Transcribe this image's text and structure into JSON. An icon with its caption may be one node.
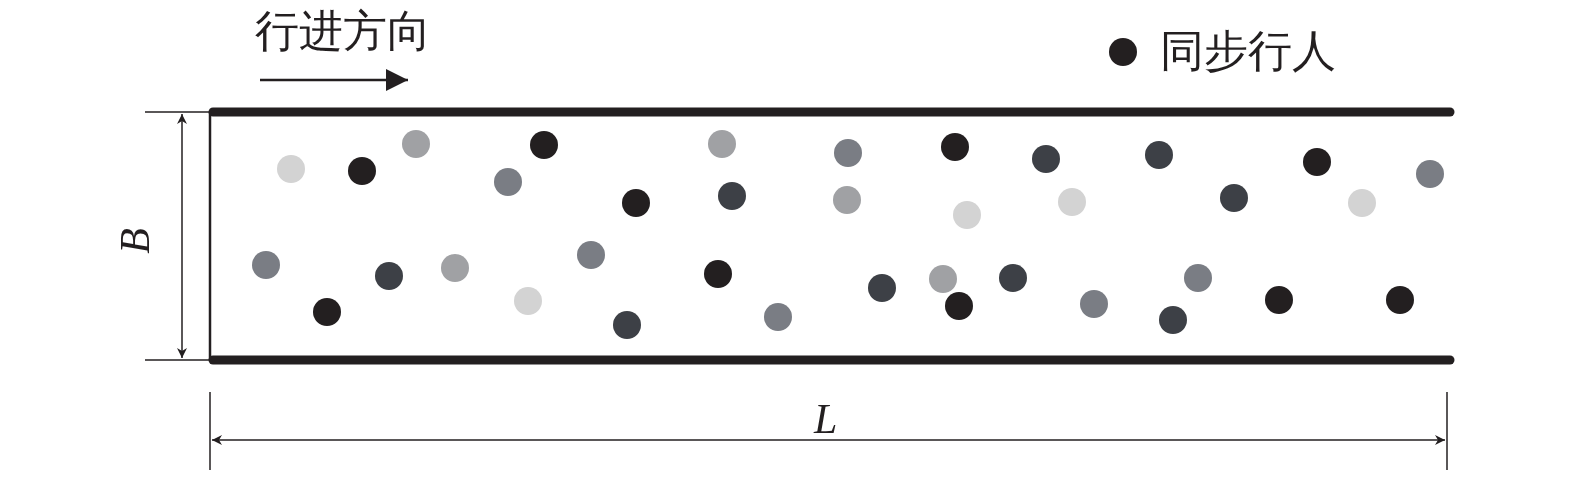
{
  "diagram": {
    "labels": [
      "行进方向",
      "B",
      "L"
    ],
    "legend": [
      {
        "text": "同步行人",
        "color": "#231f20"
      }
    ]
  }
}
